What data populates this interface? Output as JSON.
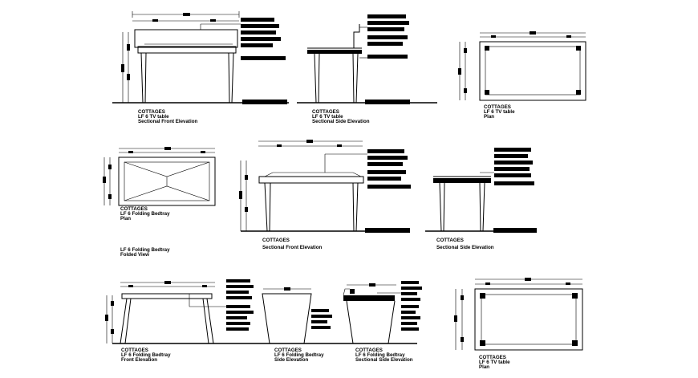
{
  "drawings": [
    {
      "id": "tv-table-front",
      "lines": [
        "COTTAGES",
        "LF 6 TV table",
        "Sectional Front Elevation"
      ]
    },
    {
      "id": "tv-table-side",
      "lines": [
        "COTTAGES",
        "LF 6 TV table",
        "Sectional Side Elevation"
      ]
    },
    {
      "id": "tv-table-plan-top",
      "lines": [
        "COTTAGES",
        "LF 6 TV table",
        "Plan"
      ]
    },
    {
      "id": "bedtray-plan",
      "lines": [
        "COTTAGES",
        "LF 6 Folding Bedtray",
        "Plan"
      ]
    },
    {
      "id": "bedtray-folded",
      "lines": [
        "LF 6 Folding Bedtray",
        "Folded View"
      ]
    },
    {
      "id": "center-front",
      "lines": [
        "COTTAGES",
        "Sectional Front Elevation"
      ]
    },
    {
      "id": "center-side",
      "lines": [
        "COTTAGES",
        "Sectional Side Elevation"
      ]
    },
    {
      "id": "bedtray-front",
      "lines": [
        "COTTAGES",
        "LF 6 Folding Bedtray",
        "Front Elevation"
      ]
    },
    {
      "id": "bedtray-side",
      "lines": [
        "COTTAGES",
        "LF 6 Folding Bedtray",
        "Side Elevation"
      ]
    },
    {
      "id": "bedtray-sectional-side",
      "lines": [
        "COTTAGES",
        "LF 6 Folding Bedtray",
        "Sectional Side Elevation"
      ]
    },
    {
      "id": "tv-table-plan-bottom",
      "lines": [
        "COTTAGES",
        "LF 6 TV table",
        "Plan"
      ]
    }
  ]
}
